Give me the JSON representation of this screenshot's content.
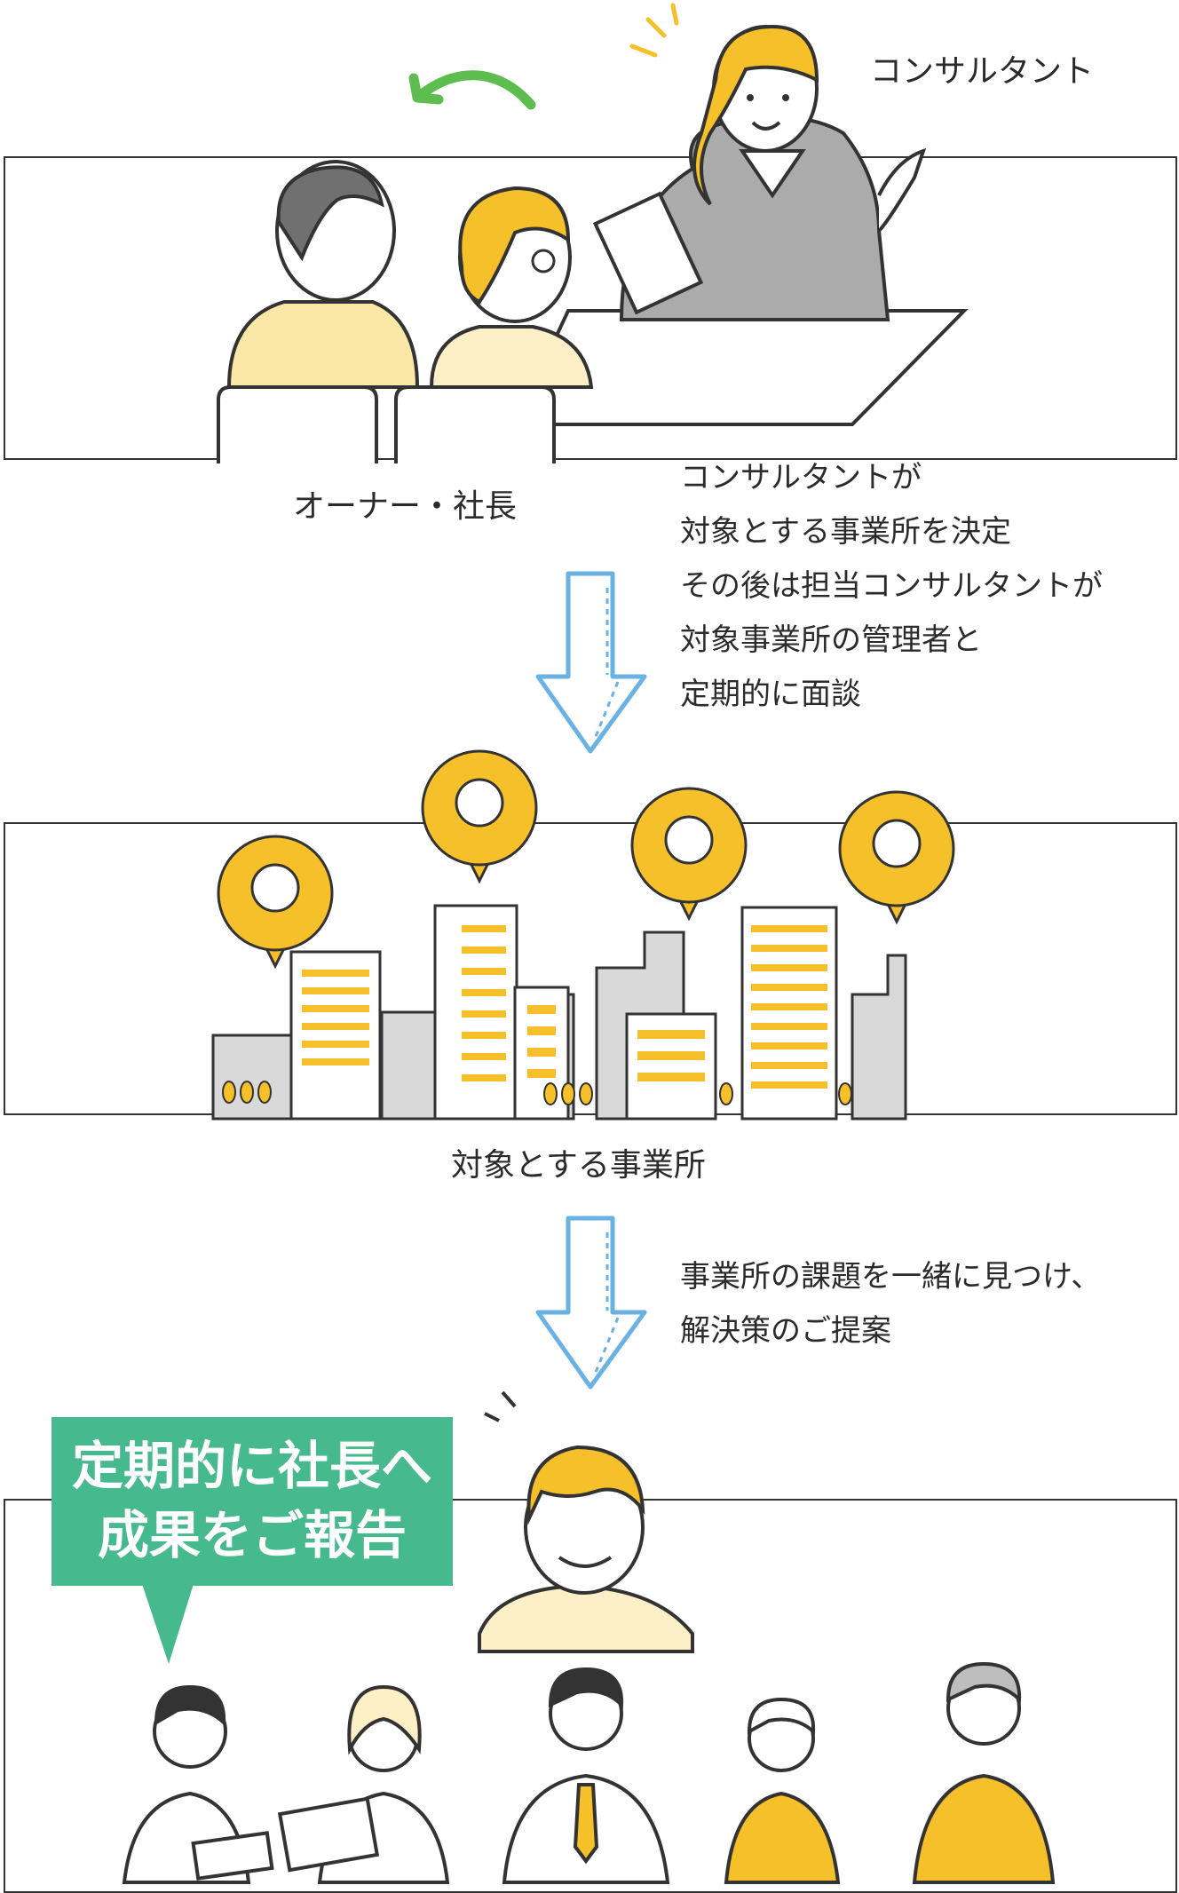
{
  "step1": {
    "consultant_label": "コンサルタント",
    "owner_label": "オーナー・社長"
  },
  "step1_note": {
    "lines": [
      "コンサルタントが",
      "対象とする事業所を決定",
      "その後は担当コンサルタントが",
      "対象事業所の管理者と",
      "定期的に面談"
    ]
  },
  "step2": {
    "offices_label": "対象とする事業所"
  },
  "step2_note": {
    "lines": [
      "事業所の課題を一緒に見つけ、",
      "解決策のご提案"
    ]
  },
  "step3": {
    "bubble_lines": [
      "定期的に社長へ",
      "成果をご報告"
    ]
  },
  "colors": {
    "accent_yellow": "#f5c02a",
    "bubble_green": "#47b98f",
    "arrow_blue": "#6ab2e4",
    "swoosh_green": "#5dbe4f",
    "outline": "#333333",
    "building_gray": "#d9d9d9"
  },
  "icons": [
    "curved-arrow-icon",
    "down-arrow-icon"
  ]
}
